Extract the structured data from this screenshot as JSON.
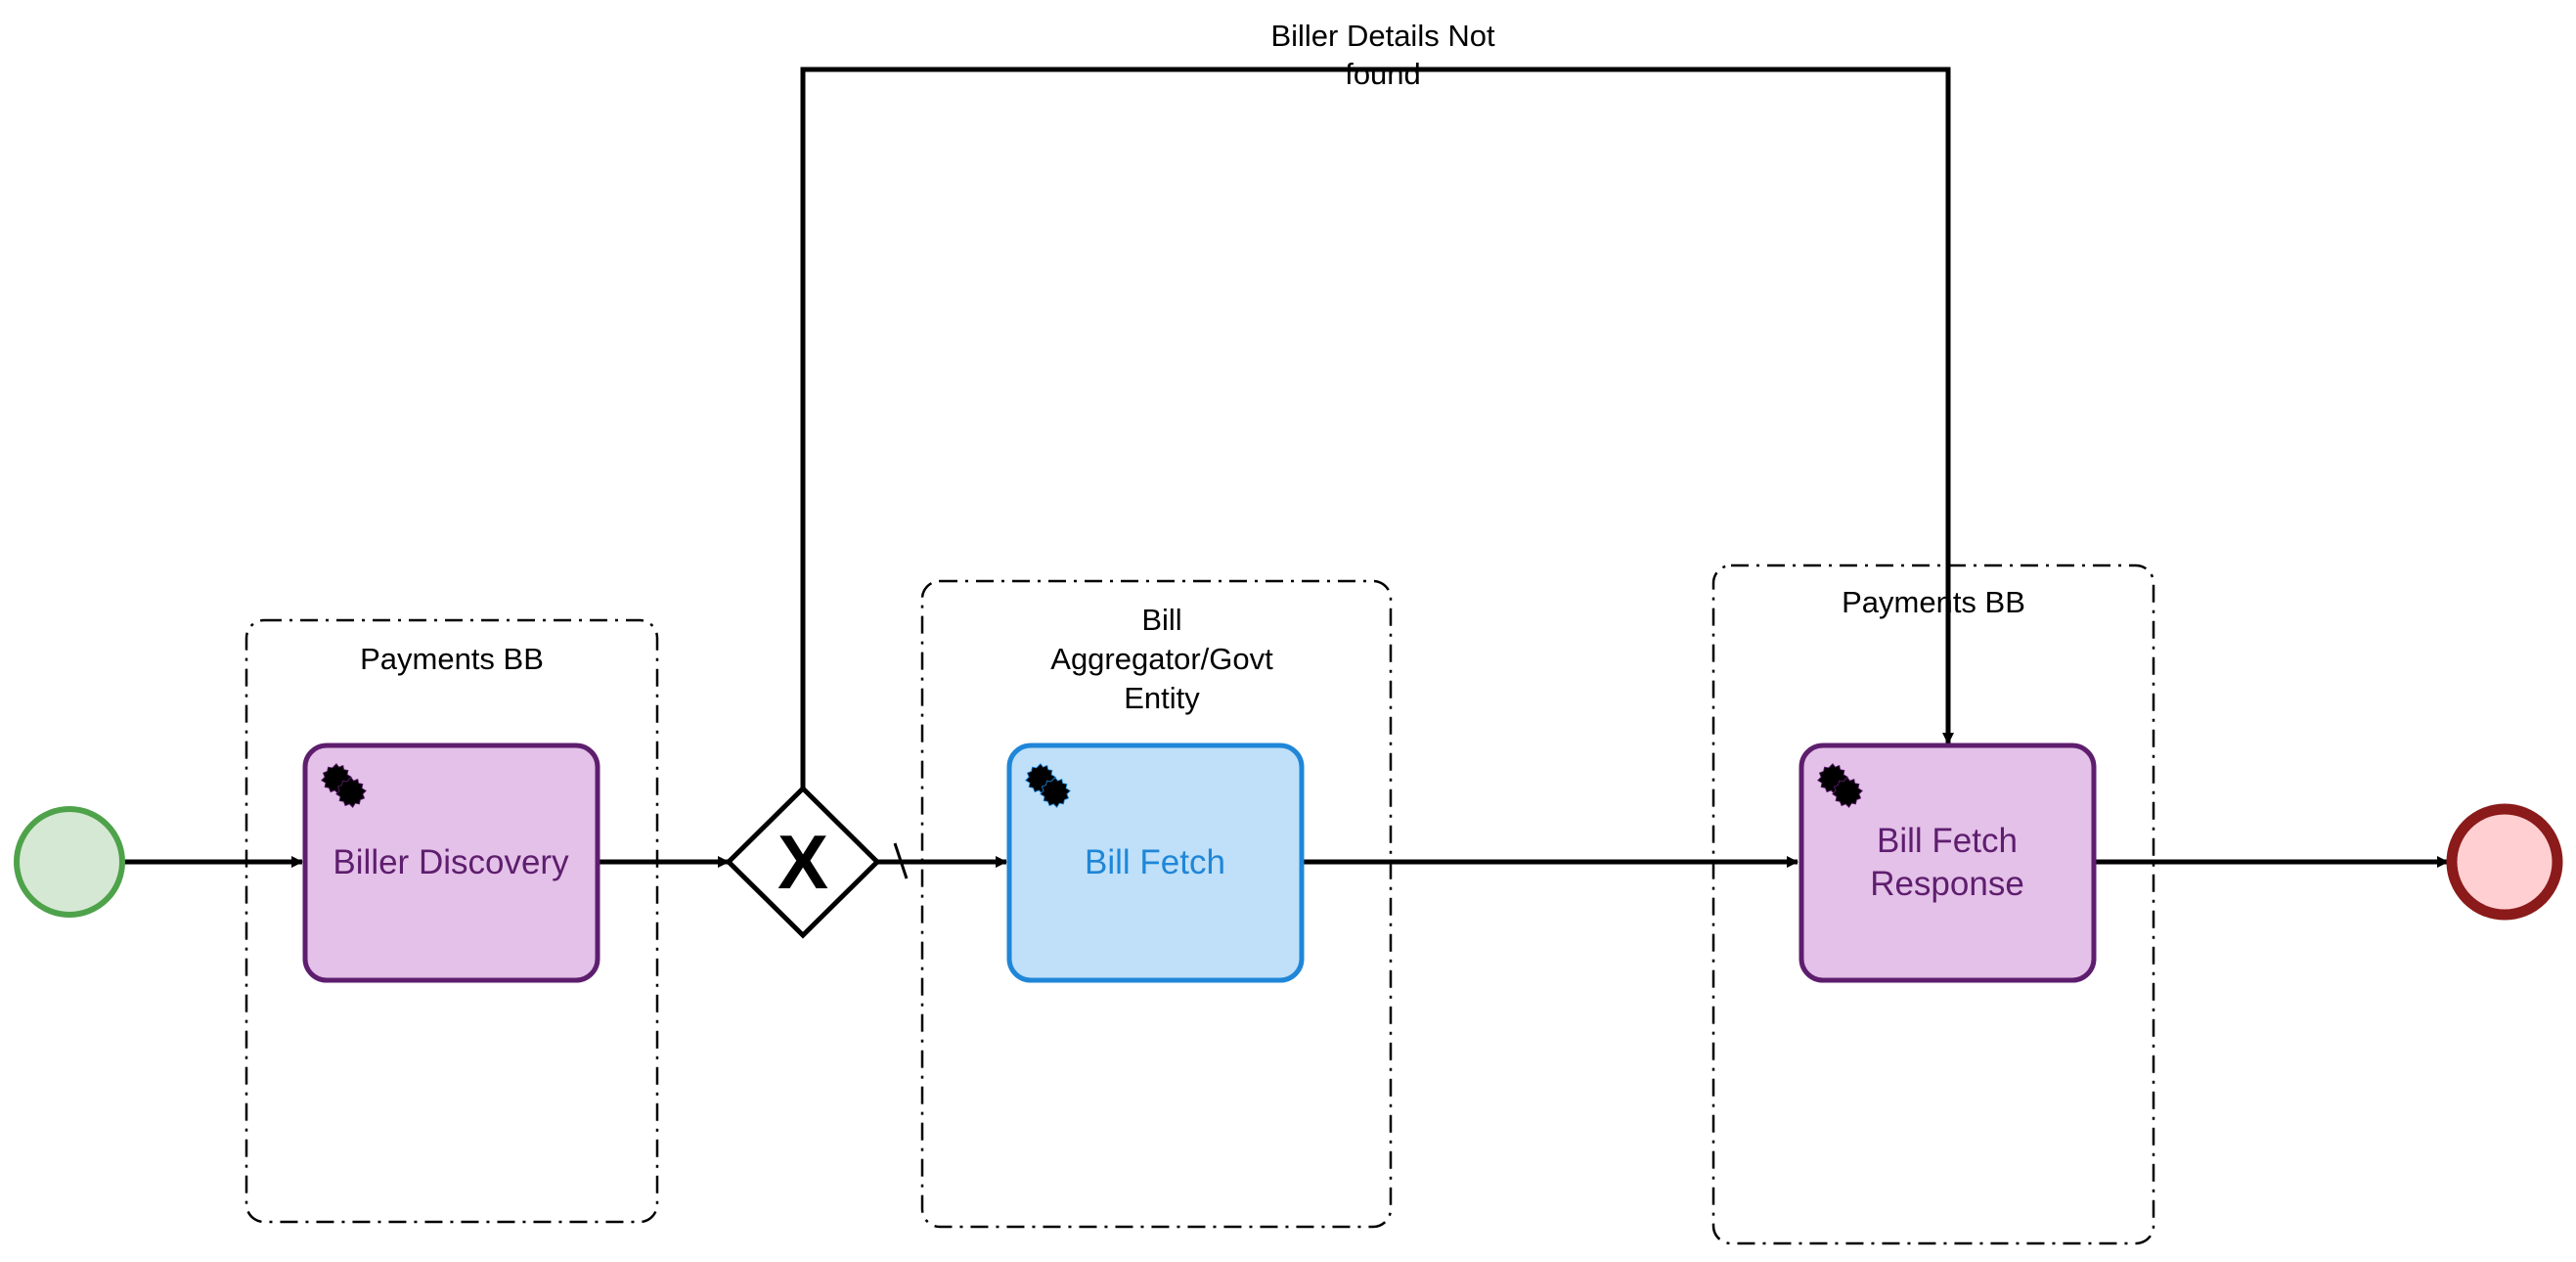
{
  "diagram": {
    "start_event": {
      "fill": "#d5e8d4",
      "stroke": "#4ea24a"
    },
    "end_event": {
      "fill": "#ffcfd2",
      "stroke": "#8b1a1a"
    },
    "pools": [
      {
        "id": "pool-payments-1",
        "label": "Payments BB"
      },
      {
        "id": "pool-aggregator",
        "label_lines": [
          "Bill",
          "Aggregator/Govt",
          "Entity"
        ]
      },
      {
        "id": "pool-payments-2",
        "label": "Payments BB"
      }
    ],
    "tasks": [
      {
        "id": "task-biller-discovery",
        "label_lines": [
          "Biller Discovery"
        ],
        "icon": "gear-icon",
        "fill": "#e4c1e8",
        "stroke": "#5e1e6e",
        "text_color": "#5e1e6e"
      },
      {
        "id": "task-bill-fetch",
        "label_lines": [
          "Bill Fetch"
        ],
        "icon": "gear-icon",
        "fill": "#bfe0f8",
        "stroke": "#1f86d8",
        "text_color": "#1f86d8"
      },
      {
        "id": "task-bill-fetch-response",
        "label_lines": [
          "Bill Fetch",
          "Response"
        ],
        "icon": "gear-icon",
        "fill": "#e4c1e8",
        "stroke": "#5e1e6e",
        "text_color": "#5e1e6e"
      }
    ],
    "gateway": {
      "type": "exclusive",
      "marker": "X"
    },
    "flows": [
      {
        "id": "flow-start-to-discovery",
        "label_lines": []
      },
      {
        "id": "flow-discovery-to-gateway",
        "label_lines": []
      },
      {
        "id": "flow-gateway-to-fetch",
        "label_lines": [],
        "default_marker": true
      },
      {
        "id": "flow-gateway-to-response",
        "label_lines": [
          "Biller Details Not",
          "found"
        ]
      },
      {
        "id": "flow-fetch-to-response",
        "label_lines": []
      },
      {
        "id": "flow-response-to-end",
        "label_lines": []
      }
    ]
  }
}
